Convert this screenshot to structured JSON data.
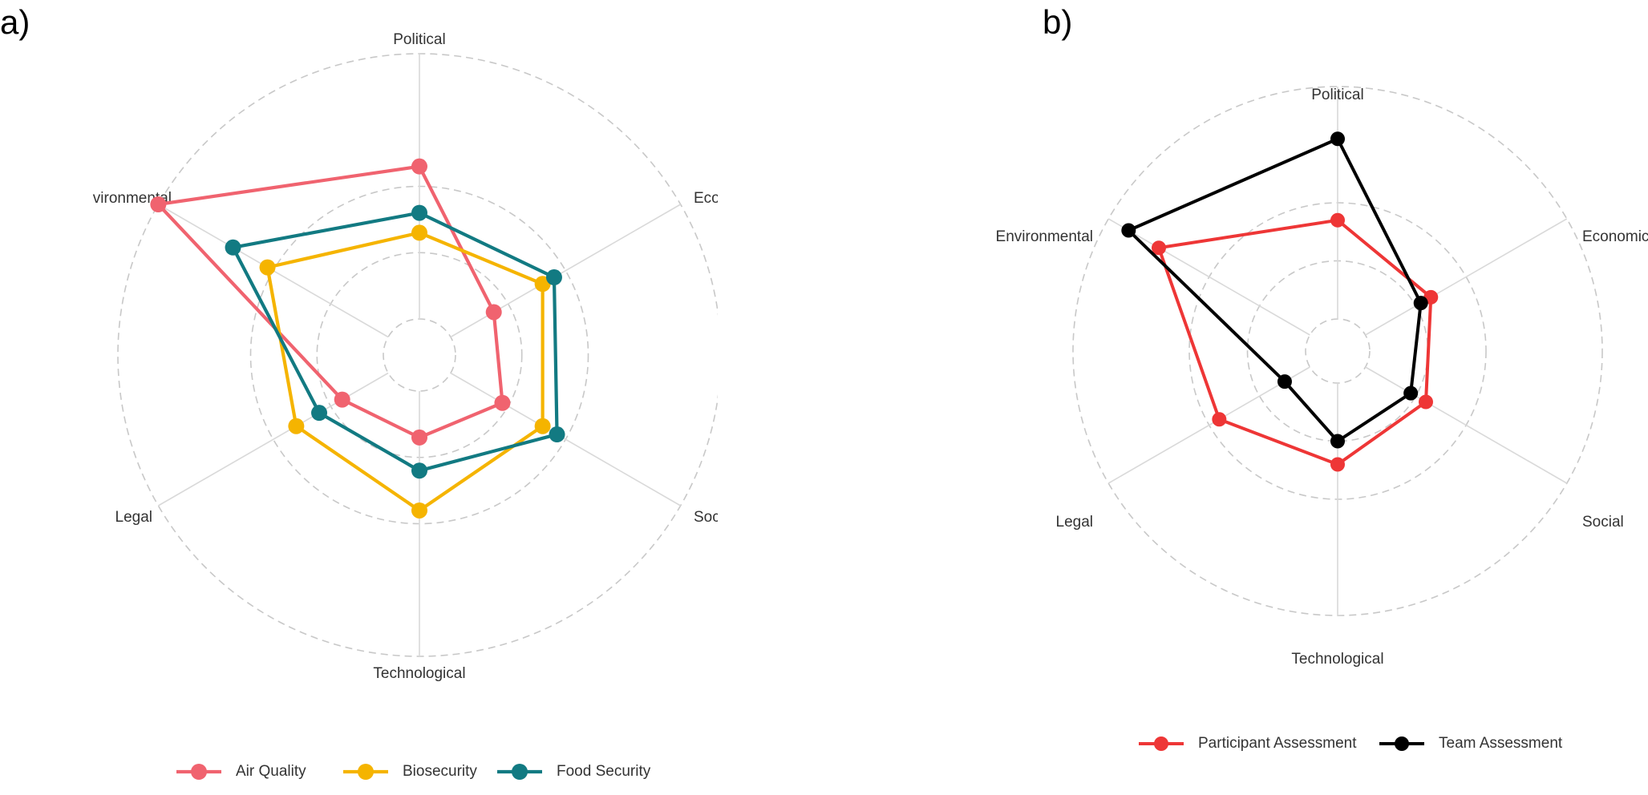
{
  "chart_data": [
    {
      "type": "radar",
      "panel_label": "a)",
      "axes": [
        "Political",
        "Economic",
        "Social",
        "Technological",
        "Legal",
        "Environmental"
      ],
      "axis_labels_displayed": [
        "Political",
        "Eco",
        "Soc",
        "Technological",
        "Legal",
        "vironmental"
      ],
      "rlim": [
        0,
        4
      ],
      "grid": true,
      "legend": "bottom",
      "series": [
        {
          "name": "Air Quality",
          "color": "#f0636f",
          "values": [
            2.3,
            0.75,
            0.9,
            0.7,
            0.8,
            4.0
          ]
        },
        {
          "name": "Biosecurity",
          "color": "#f5b400",
          "values": [
            1.3,
            1.6,
            1.6,
            1.8,
            1.6,
            2.1
          ]
        },
        {
          "name": "Food Security",
          "color": "#127a82",
          "values": [
            1.6,
            1.8,
            1.85,
            1.2,
            1.2,
            2.7
          ]
        }
      ]
    },
    {
      "type": "radar",
      "panel_label": "b)",
      "axes": [
        "Political",
        "Economic",
        "Social",
        "Technological",
        "Legal",
        "Environmental"
      ],
      "axis_labels_displayed": [
        "Political",
        "Economic",
        "Social",
        "Technological",
        "Legal",
        "Environmental"
      ],
      "rlim": [
        0,
        4
      ],
      "grid": true,
      "legend": "bottom",
      "series": [
        {
          "name": "Participant Assessment",
          "color": "#ee3636",
          "values": [
            1.7,
            1.3,
            1.2,
            1.4,
            1.8,
            3.0
          ]
        },
        {
          "name": "Team Assessment",
          "color": "#000000",
          "values": [
            3.1,
            1.1,
            0.9,
            1.0,
            0.5,
            3.6
          ]
        }
      ]
    }
  ]
}
